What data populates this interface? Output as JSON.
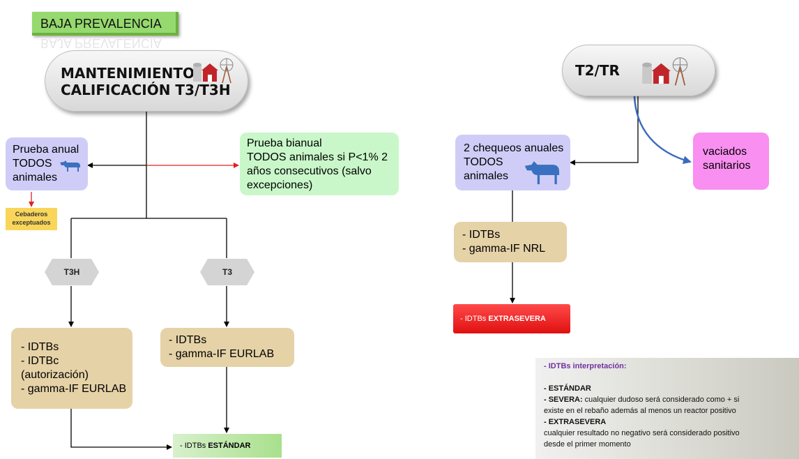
{
  "title_badge": "BAJA PREVALENCIA",
  "left_pill": {
    "line1": "MANTENIMIENTO",
    "line2": "CALIFICACIÓN T3/T3H",
    "icon": "farm-icon"
  },
  "right_pill": {
    "label": "T2/TR",
    "icon": "farm-icon"
  },
  "annual_box": {
    "line1": "Prueba anual",
    "line2": "TODOS",
    "line3": "animales",
    "icon": "cow-icon"
  },
  "biannual_box": {
    "line1": "Prueba bianual",
    "line2": "TODOS animales si P<1% 2",
    "line3": "años consecutivos (salvo",
    "line4": "excepciones)"
  },
  "note": {
    "line1": "Cebaderos",
    "line2": "exceptuados"
  },
  "hex_t3h": "T3H",
  "hex_t3": "T3",
  "t3h_box": {
    "l1": "- IDTBs",
    "l2": "- IDTBc",
    "l3": "(autorización)",
    "l4": "- gamma-IF EURLAB"
  },
  "t3_box": {
    "l1": "- IDTBs",
    "l2": "- gamma-IF EURLAB"
  },
  "bottom_bar": {
    "prefix": "- IDTBs ",
    "bold": "ESTÁNDAR"
  },
  "checks_box": {
    "line1": "2 chequeos anuales",
    "line2": "TODOS",
    "line3": "animales",
    "icon": "cow-icon"
  },
  "vaciados_box": {
    "line1": "vaciados",
    "line2": "sanitarios"
  },
  "nrl_box": {
    "l1": "- IDTBs",
    "l2": "- gamma-IF NRL"
  },
  "extra_bar": {
    "prefix": "- IDTBs ",
    "bold": "EXTRASEVERA"
  },
  "interpretation": {
    "title": "- IDTBs interpretación:",
    "estandar": "- ESTÁNDAR",
    "severa_label": "- SEVERA:",
    "severa_text1": " cualquier dudoso será considerado como + si",
    "severa_text2": "existe en el rebaño además al menos un reactor positivo",
    "extrasevera": "- EXTRASEVERA",
    "extra_text1": "cualquier resultado no negativo será considerado positivo",
    "extra_text2": "desde el primer momento"
  },
  "colors": {
    "badge": "#96d96e",
    "purple": "#cfcdf7",
    "green": "#c9f7c9",
    "tan": "#e5d2a7",
    "pink": "#f98ff0",
    "red": "#e01010",
    "blue_arrow": "#3b6bbf",
    "title_purple": "#7030a0"
  }
}
